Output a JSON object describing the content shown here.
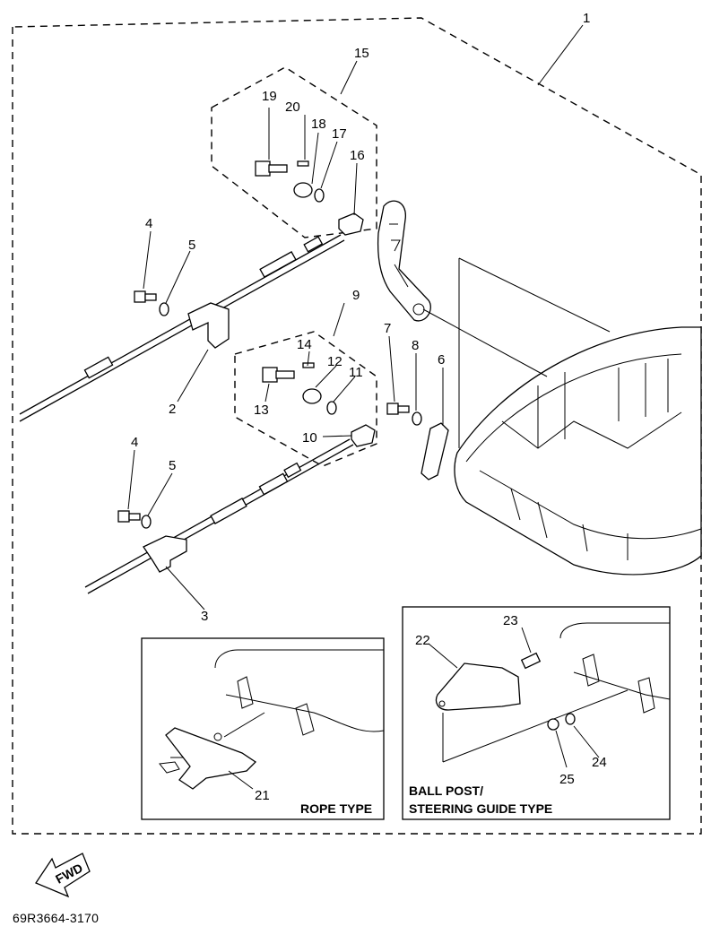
{
  "callouts": {
    "c1": "1",
    "c2": "2",
    "c3": "3",
    "c4a": "4",
    "c4b": "4",
    "c5a": "5",
    "c5b": "5",
    "c6": "6",
    "c7": "7",
    "c8": "8",
    "c9": "9",
    "c10": "10",
    "c11": "11",
    "c12": "12",
    "c13": "13",
    "c14": "14",
    "c15": "15",
    "c16": "16",
    "c17": "17",
    "c18": "18",
    "c19": "19",
    "c20": "20",
    "c21": "21",
    "c22": "22",
    "c23": "23",
    "c24": "24",
    "c25": "25"
  },
  "insets": {
    "rope_caption": "ROPE TYPE",
    "ball_caption_line1": "BALL POST/",
    "ball_caption_line2": "STEERING GUIDE TYPE"
  },
  "fwd_label": "FWD",
  "diagram_code": "69R3664-3170"
}
